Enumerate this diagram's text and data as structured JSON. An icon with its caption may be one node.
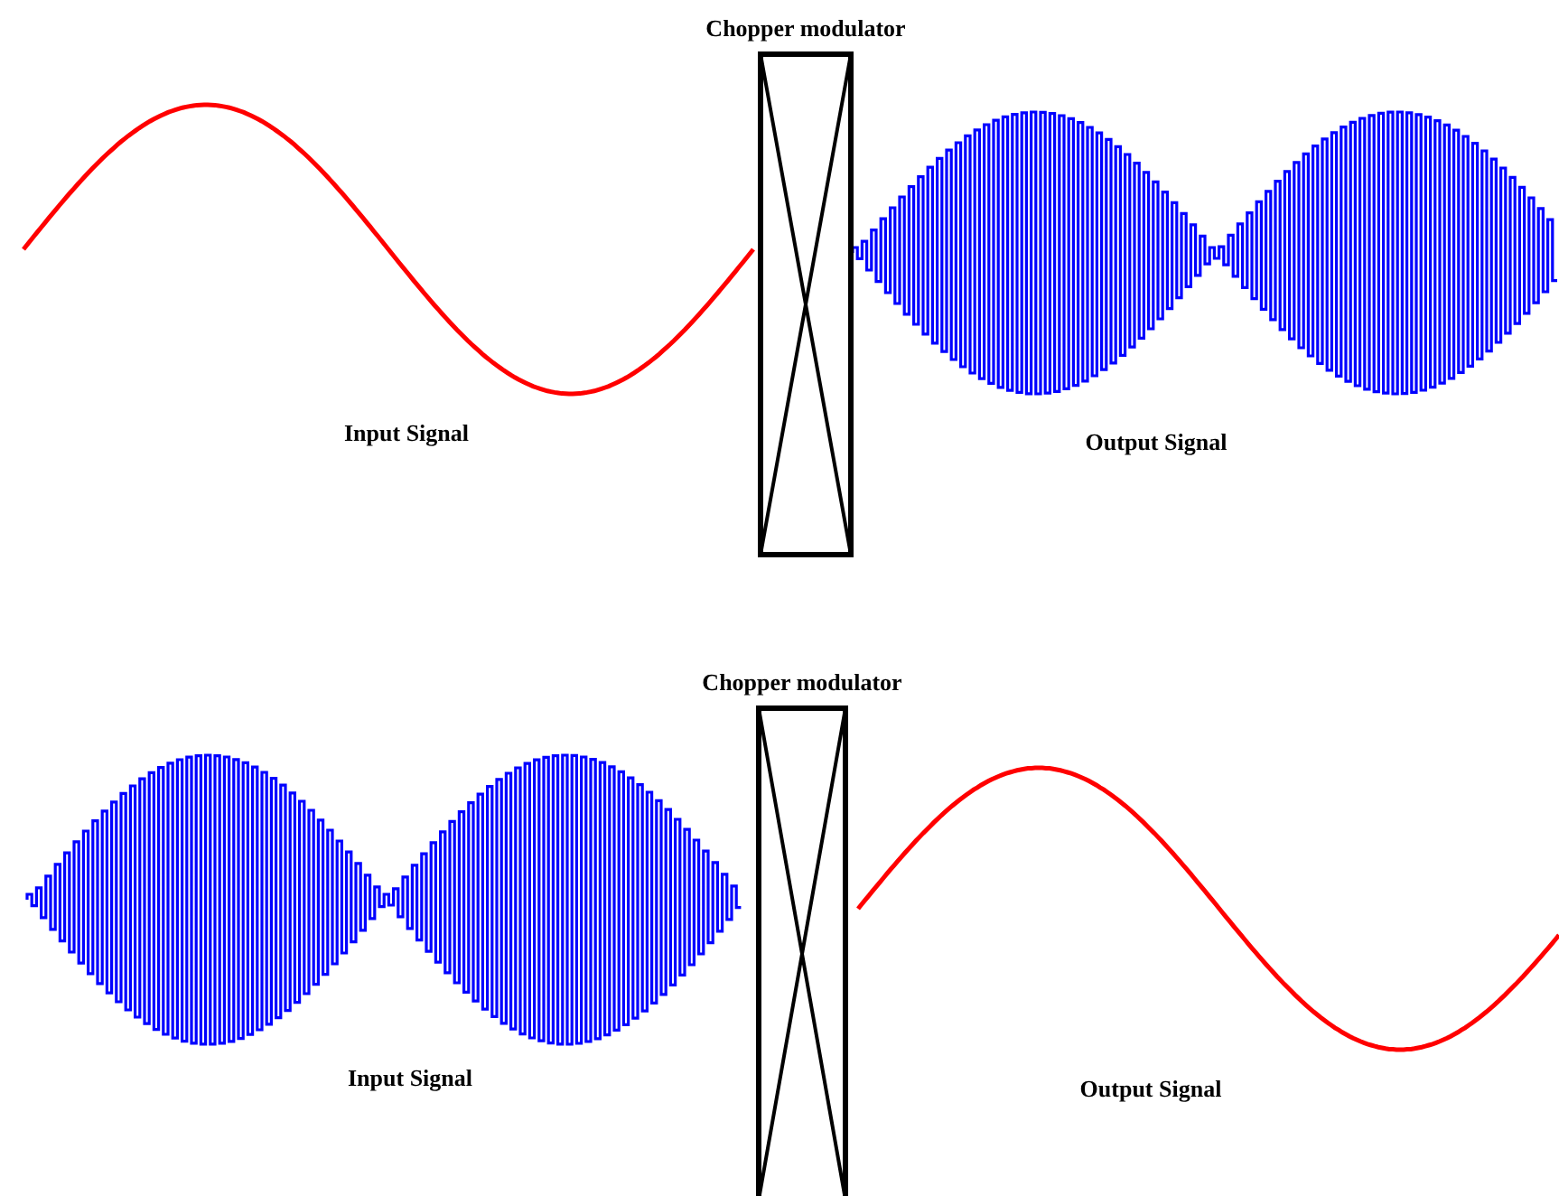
{
  "diagram": {
    "nodes": [
      {
        "text": [
          "Chopper modulator"
        ]
      },
      {
        "text": [
          "Chopper modulator"
        ]
      }
    ],
    "labels": [
      "Input Signal",
      "Output Signal",
      "Input Signal",
      "Output Signal"
    ]
  }
}
